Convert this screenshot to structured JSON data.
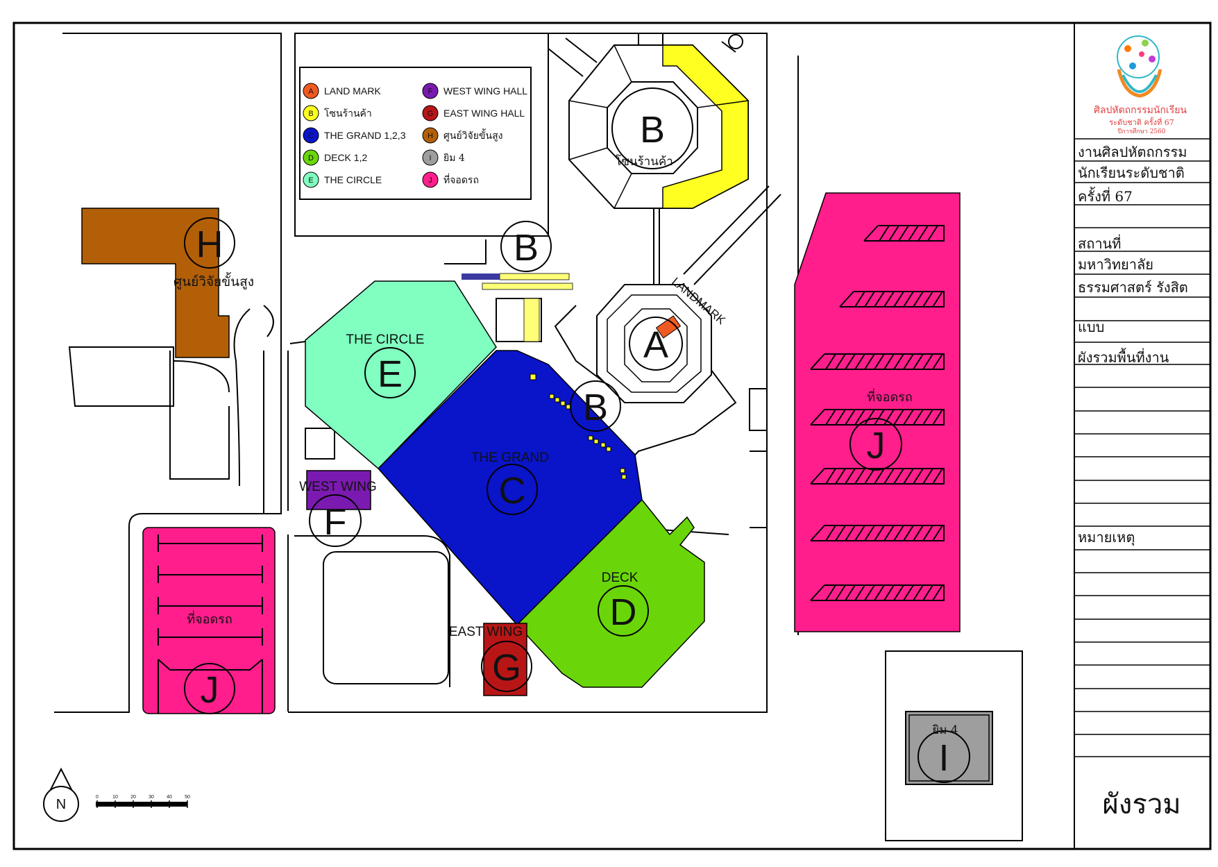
{
  "colors": {
    "landmark": "#f05a22",
    "shop": "#ffff22",
    "grand": "#0a14c8",
    "deck": "#6ad60a",
    "circle": "#80ffc0",
    "west": "#7b1ab0",
    "east": "#b81616",
    "research": "#b35f08",
    "gym": "#9e9e9e",
    "parking": "#ff1e8c"
  },
  "legend": [
    {
      "letter": "A",
      "label": "LAND MARK",
      "color": "#f05a22"
    },
    {
      "letter": "B",
      "label": "โซนร้านค้า",
      "color": "#ffff22"
    },
    {
      "letter": "C",
      "label": "THE GRAND 1,2,3",
      "color": "#0a14c8"
    },
    {
      "letter": "D",
      "label": "DECK 1,2",
      "color": "#6ad60a"
    },
    {
      "letter": "E",
      "label": "THE CIRCLE",
      "color": "#80ffc0"
    },
    {
      "letter": "F",
      "label": "WEST WING HALL",
      "color": "#7b1ab0"
    },
    {
      "letter": "G",
      "label": "EAST WING HALL",
      "color": "#b81616"
    },
    {
      "letter": "H",
      "label": "ศูนย์วิจัยขั้นสูง",
      "color": "#b35f08"
    },
    {
      "letter": "I",
      "label": "ยิม 4",
      "color": "#9e9e9e"
    },
    {
      "letter": "J",
      "label": "ที่จอดรถ",
      "color": "#ff1e8c"
    }
  ],
  "zones": {
    "a": {
      "letter": "A",
      "name": "LANDMARK"
    },
    "b_top": {
      "letter": "B",
      "name": "โซนร้านค้า"
    },
    "b_mid": {
      "letter": "B"
    },
    "b_low": {
      "letter": "B"
    },
    "c": {
      "letter": "C",
      "name": "THE GRAND"
    },
    "d": {
      "letter": "D",
      "name": "DECK"
    },
    "e": {
      "letter": "E",
      "name": "THE CIRCLE"
    },
    "f": {
      "letter": "F",
      "name": "WEST WING"
    },
    "g": {
      "letter": "G",
      "name": "EAST WING"
    },
    "h": {
      "letter": "H",
      "name": "ศูนย์วิจัยขั้นสูง"
    },
    "i": {
      "letter": "I",
      "name": "ยิม 4"
    },
    "j_left": {
      "letter": "J",
      "name": "ที่จอดรถ"
    },
    "j_right": {
      "letter": "J",
      "name": "ที่จอดรถ"
    }
  },
  "compass": {
    "label": "N"
  },
  "scale_bar": {
    "ticks": [
      "0",
      "10",
      "20",
      "30",
      "40",
      "50"
    ]
  },
  "title_block": {
    "logo_line1": "ศิลปหัตถกรรมนักเรียน",
    "logo_line2": "ระดับชาติ ครั้งที่ 67",
    "logo_line3": "ปีการศึกษา 2560",
    "project_line1": "งานศิลปหัตถกรรม",
    "project_line2": "นักเรียนระดับชาติ",
    "project_line3": "ครั้งที่ 67",
    "location_heading": "สถานที่",
    "location_line1": "มหาวิทยาลัย",
    "location_line2": "ธรรมศาสตร์ รังสิต",
    "plan_heading": "แบบ",
    "plan_name": "ผังรวมพื้นที่งาน",
    "notes_heading": "หมายเหตุ",
    "sheet_title": "ผังรวม"
  }
}
